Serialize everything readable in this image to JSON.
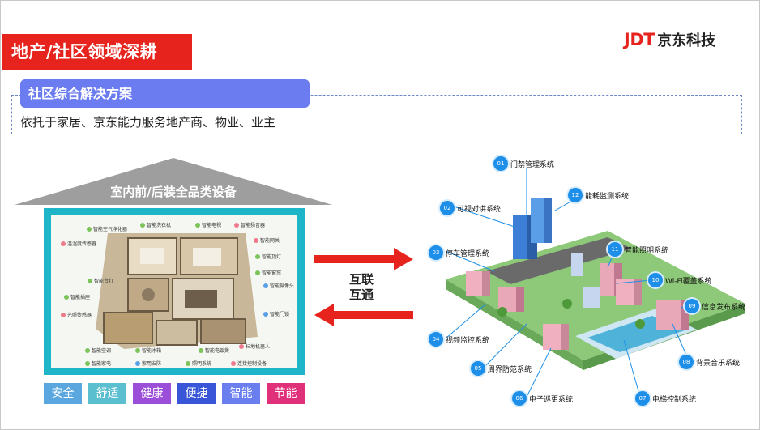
{
  "header": {
    "title": "地产/社区领域深耕",
    "logo_mark": "JDT",
    "logo_text": "京东科技"
  },
  "section": {
    "pill_label": "社区综合解决方案",
    "description": "依托于家居、京东能力服务地产商、物业、业主"
  },
  "house": {
    "roof_label": "室内前/后装全品类设备",
    "devices": [
      {
        "label": "智能空气净化器",
        "color": "#7cc35a"
      },
      {
        "label": "智能洗衣机",
        "color": "#7cc35a"
      },
      {
        "label": "智能电视",
        "color": "#7cc35a"
      },
      {
        "label": "智能扬音器",
        "color": "#ef7a8c"
      },
      {
        "label": "温湿度传感器",
        "color": "#ef7a8c"
      },
      {
        "label": "智能网关",
        "color": "#ef7a8c"
      },
      {
        "label": "智能顶灯",
        "color": "#7cc35a"
      },
      {
        "label": "智能窗帘",
        "color": "#7cc35a"
      },
      {
        "label": "智能台灯",
        "color": "#7cc35a"
      },
      {
        "label": "智能摄像头",
        "color": "#5aa0e8"
      },
      {
        "label": "智能插座",
        "color": "#7cc35a"
      },
      {
        "label": "光照传感器",
        "color": "#ef7a8c"
      },
      {
        "label": "智能门锁",
        "color": "#5aa0e8"
      },
      {
        "label": "智能空调",
        "color": "#7cc35a"
      },
      {
        "label": "智能冰箱",
        "color": "#7cc35a"
      },
      {
        "label": "智能电饭煲",
        "color": "#7cc35a"
      },
      {
        "label": "扫地机器人",
        "color": "#ef7a8c"
      },
      {
        "label": "智能家电",
        "color": "#7cc35a"
      },
      {
        "label": "家用安防",
        "color": "#5aa0e8"
      },
      {
        "label": "照明系统",
        "color": "#7cc35a"
      },
      {
        "label": "连接控制设备",
        "color": "#ef7a8c"
      }
    ]
  },
  "tags": [
    {
      "label": "安全",
      "color": "#5aa7e0"
    },
    {
      "label": "舒适",
      "color": "#5bbfd0"
    },
    {
      "label": "健康",
      "color": "#9b4fd8"
    },
    {
      "label": "便捷",
      "color": "#3a56d8"
    },
    {
      "label": "智能",
      "color": "#6a7ef0"
    },
    {
      "label": "节能",
      "color": "#e0307a"
    }
  ],
  "middle": {
    "line1": "互联",
    "line2": "互通"
  },
  "systems": [
    {
      "num": "01",
      "label": "门禁管理系统"
    },
    {
      "num": "02",
      "label": "可视对讲系统"
    },
    {
      "num": "03",
      "label": "停车管理系统"
    },
    {
      "num": "04",
      "label": "视频监控系统"
    },
    {
      "num": "05",
      "label": "周界防范系统"
    },
    {
      "num": "06",
      "label": "电子巡更系统"
    },
    {
      "num": "07",
      "label": "电梯控制系统"
    },
    {
      "num": "08",
      "label": "背景音乐系统"
    },
    {
      "num": "09",
      "label": "信息发布系统"
    },
    {
      "num": "10",
      "label": "Wi-Fi覆盖系统"
    },
    {
      "num": "11",
      "label": "智能照明系统"
    },
    {
      "num": "12",
      "label": "能耗监测系统"
    }
  ]
}
